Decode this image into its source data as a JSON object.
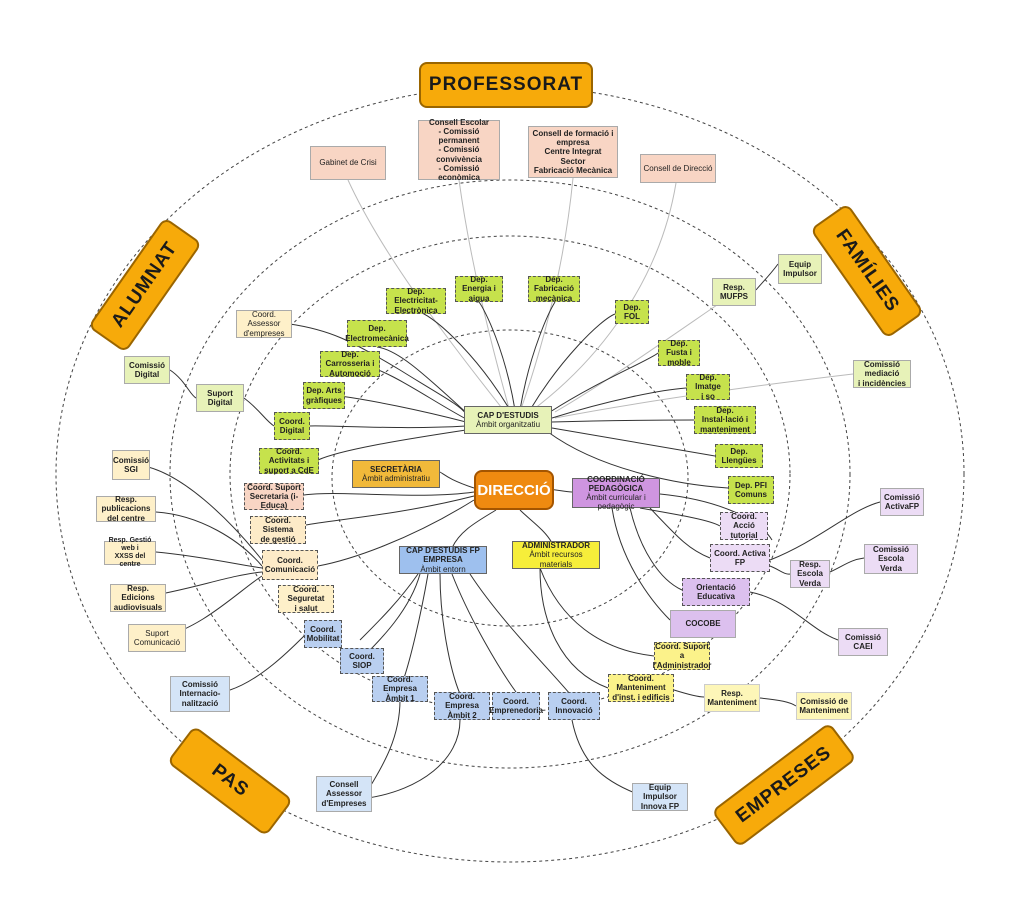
{
  "stakeholders": {
    "professorat": "PROFESSORAT",
    "alumnat": "ALUMNAT",
    "families": "FAMÍLIES",
    "pas": "PAS",
    "empreses": "EMPRESES"
  },
  "center": "DIRECCIÓ",
  "hubs": {
    "cap_estudis": {
      "title": "CAP D'ESTUDIS",
      "sub": "Àmbit organitzatiu"
    },
    "secretaria": {
      "title": "SECRETÀRIA",
      "sub": "Àmbit administratiu"
    },
    "coord_pedagogica": {
      "title": "COORDINACIÓ PEDAGÒGICA",
      "sub": "Àmbit curricular i pedagògic"
    },
    "cap_fp_empresa": {
      "title": "CAP D'ESTUDIS FP EMPRESA",
      "sub": "Àmbit entorn"
    },
    "administrador": {
      "title": "ADMINISTRADOR",
      "sub": "Àmbit recursos materials"
    }
  },
  "top_boxes": {
    "gabinet": "Gabinet de Crisi",
    "consell_escolar": "Consell Escolar\n- Comissió permanent\n- Comissió\nconvivència\n- Comissió econòmica",
    "consell_formacio": "Consell de formació i\nempresa\nCentre Integrat Sector\nFabricació Mecànica",
    "consell_direccio": "Consell de Direcció"
  },
  "departments": {
    "electricitat": "Dep. Electricitat-\nElectrònica",
    "energia": "Dep. Energia i\naigua",
    "fabricacio": "Dep. Fabricació\nmecànica",
    "fol": "Dep. FOL",
    "fusta": "Dep. Fusta i\nmoble",
    "imatge": "Dep. Imatge\ni so",
    "installacio": "Dep. Instal·lació i\nmanteniment",
    "llengues": "Dep. Llengües",
    "pfi": "Dep. PFI\nComuns",
    "electromecanica": "Dep.\nElectromecànica",
    "carrosseria": "Dep. Carrosseria i\nAutomoció",
    "arts": "Dep. Arts\ngràfiques"
  },
  "left_boxes": {
    "coord_assessor": "Coord. Assessor\nd'empreses",
    "comissio_digital": "Comissió\nDigital",
    "suport_digital": "Suport Digital",
    "coord_digital": "Coord.\nDigital",
    "coord_activitats": "Coord. Activitats i\nsuport a CdE",
    "comissio_sgi": "Comissió\nSGI",
    "coord_suport_secretaria": "Coord. Suport\nSecretaria (i-Educa)",
    "resp_publicacions": "Resp. publicacions\ndel centre",
    "coord_sistema_gestio": "Coord. Sistema\nde gestió",
    "resp_gestio_web": "Resp. Gestió web i\nXXSS del centre",
    "coord_comunicacio": "Coord.\nComunicació",
    "resp_edicions": "Resp. Edicions\naudiovisuals",
    "coord_seguretat": "Coord. Seguretat\ni salut",
    "suport_comunicacio": "Suport\nComunicació",
    "coord_mobilitat": "Coord.\nMobilitat",
    "comissio_internacionalitzacio": "Comissió\nInternacio-\nnalització",
    "coord_siop": "Coord. SIOP",
    "coord_empresa1": "Coord. Empresa\nÀmbit 1",
    "coord_empresa2": "Coord. Empresa\nÀmbit 2",
    "coord_emprenedoria": "Coord.\nEmprenedoria",
    "coord_innovacio": "Coord.\nInnovació",
    "consell_assessor": "Consell\nAssessor\nd'Empreses",
    "equip_innova": "Equip Impulsor\nInnova FP"
  },
  "right_boxes": {
    "equip_impulsor": "Equip\nImpulsor",
    "resp_mufps": "Resp.\nMUFPS",
    "comissio_mediacio": "Comissió mediació\ni incidències",
    "comissio_activafp": "Comissió\nActivaFP",
    "coord_accio_tutorial": "Coord. Acció\ntutorial",
    "coord_activa_fp": "Coord. Activa FP",
    "comissio_escola_verda": "Comissió\nEscola Verda",
    "resp_escola_verda": "Resp.\nEscola Verda",
    "orientacio": "Orientació Educativa",
    "cocobe": "COCOBE",
    "comissio_caei": "Comissió\nCAEI",
    "coord_suport_admin": "Coord. Suport a\nl'Administrador",
    "coord_manteniment": "Coord. Manteniment\nd'inst. i edificis",
    "resp_manteniment": "Resp.\nManteniment",
    "comissio_manteniment": "Comissió de\nManteniment"
  }
}
